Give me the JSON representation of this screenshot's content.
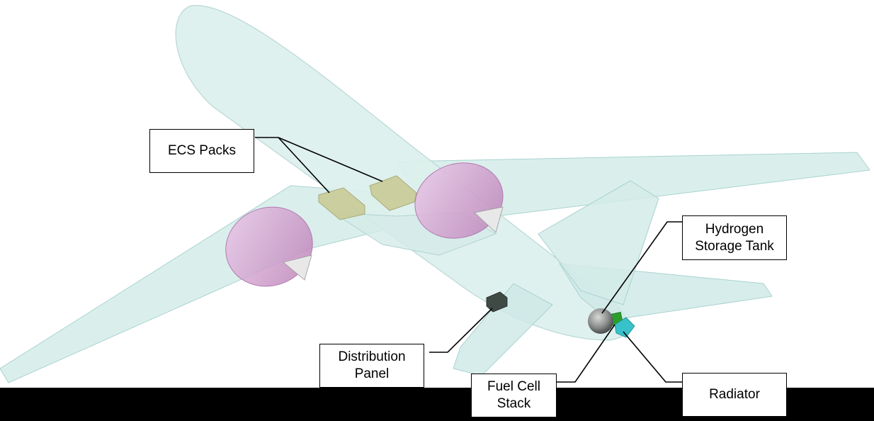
{
  "colors": {
    "fuselage": "#dcefec",
    "wing": "#cde9e6",
    "nacelle": "#d9a9d6",
    "ecs_pack": "#c9cb97",
    "panel": "#3f4a44",
    "tank": "#8c8f8d",
    "fuel_cell": "#2aa02a",
    "radiator": "#38c1c9",
    "background": "#ffffff",
    "bottom_bar": "#000000"
  },
  "labels": {
    "ecs_packs": "ECS Packs",
    "hydrogen_line1": "Hydrogen",
    "hydrogen_line2": "Storage Tank",
    "distribution_line1": "Distribution",
    "distribution_line2": "Panel",
    "fuel_cell_line1": "Fuel Cell",
    "fuel_cell_line2": "Stack",
    "radiator": "Radiator"
  }
}
